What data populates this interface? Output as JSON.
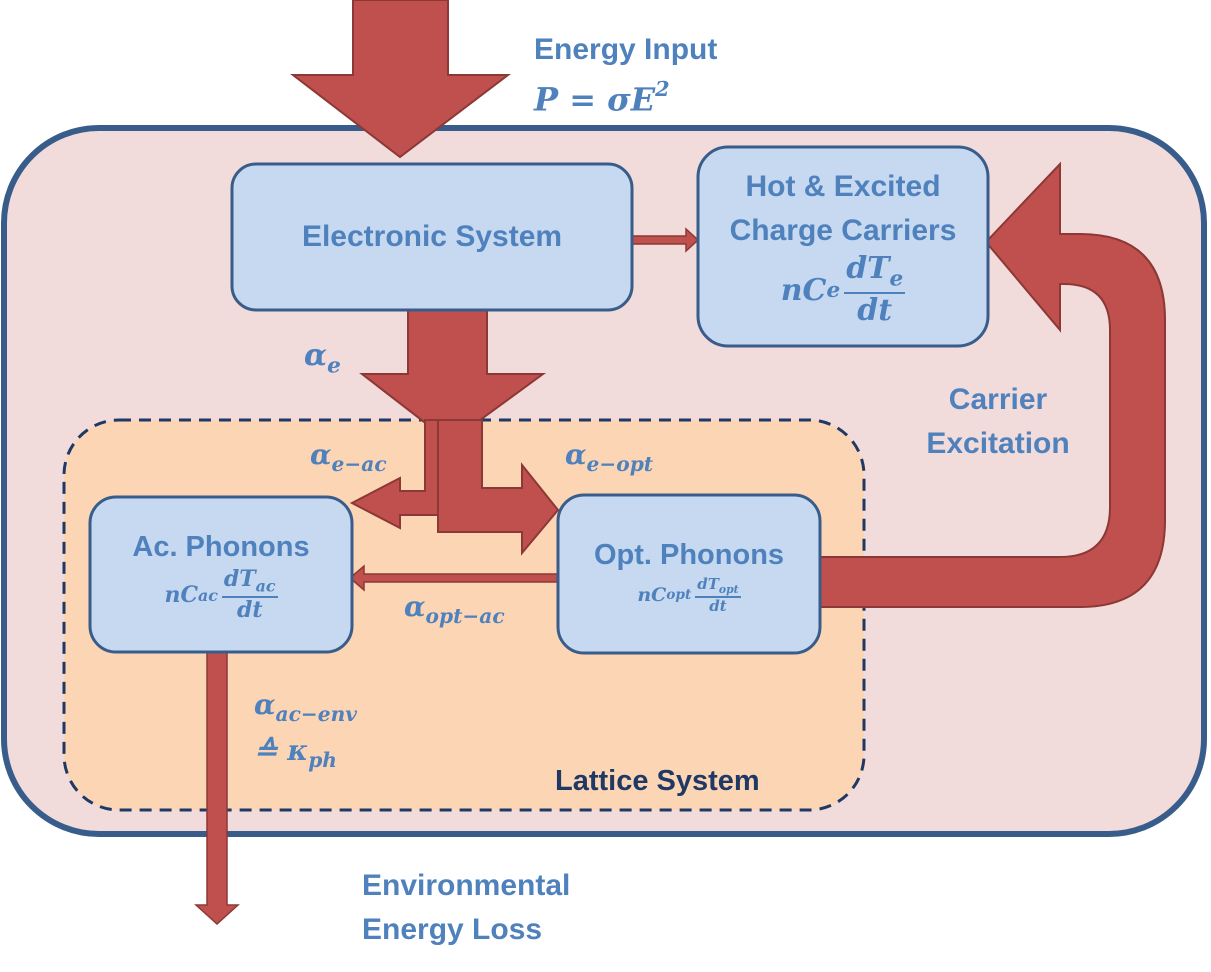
{
  "energy_input": {
    "label": "Energy Input",
    "formula_lhs": "P = σE",
    "formula_exp": "2"
  },
  "boxes": {
    "electronic": {
      "label": "Electronic System"
    },
    "hot_carriers": {
      "line1": "Hot & Excited",
      "line2": "Charge Carriers",
      "coef": "nC",
      "coef_sub": "e",
      "num": "dT",
      "num_sub": "e",
      "den": "dt"
    },
    "ac_phonons": {
      "label": "Ac. Phonons",
      "coef": "nC",
      "coef_sub": "ac",
      "num": "dT",
      "num_sub": "ac",
      "den": "dt"
    },
    "opt_phonons": {
      "label": "Opt. Phonons",
      "coef": "nC",
      "coef_sub": "opt",
      "num": "dT",
      "num_sub": "opt",
      "den": "dt"
    }
  },
  "coefficients": {
    "alpha_e": {
      "sym": "α",
      "sub": "e"
    },
    "alpha_e_ac": {
      "sym": "α",
      "sub": "e−ac"
    },
    "alpha_e_opt": {
      "sym": "α",
      "sub": "e−opt"
    },
    "alpha_opt_ac": {
      "sym": "α",
      "sub": "opt−ac"
    },
    "alpha_ac_env": {
      "sym": "α",
      "sub": "ac−env"
    },
    "kappa_ph": {
      "prefix": "≙ ",
      "sym": "κ",
      "sub": "ph"
    }
  },
  "regions": {
    "lattice": "Lattice System"
  },
  "carrier_excitation": {
    "line1": "Carrier",
    "line2": "Excitation"
  },
  "env_loss": {
    "line1": "Environmental",
    "line2": "Energy Loss"
  },
  "colors": {
    "outer_fill": "#f2dcdb",
    "outer_stroke": "#385d8a",
    "lattice_fill": "#fcd5b5",
    "lattice_stroke": "#1f3864",
    "box_fill": "#c6d9f1",
    "box_stroke": "#385d8a",
    "arrow_fill": "#c0504d",
    "arrow_stroke": "#8c3836",
    "text_blue": "#4f81bd",
    "text_dark": "#1f3864"
  }
}
